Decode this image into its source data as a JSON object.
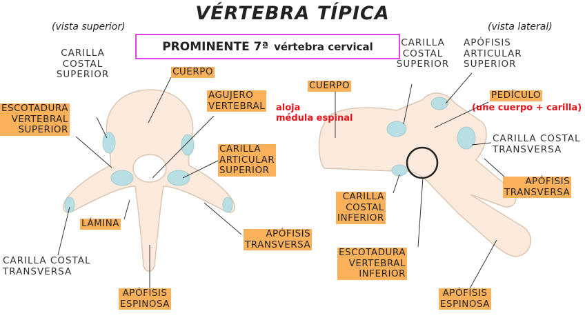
{
  "title": "VÉRTEBRA TÍPICA",
  "views": {
    "superior": "(vista superior)",
    "lateral": "(vista lateral)"
  },
  "callout": {
    "main": "PROMINENTE 7ª",
    "rest": "vértebra cervical"
  },
  "colors": {
    "label_bg": "#fbb15a",
    "facet": "#b8dfe4",
    "bone_fill": "#fcebdc",
    "bone_stroke": "#d9c6b3",
    "callout_border": "#e040e8",
    "note_red": "#e8131a"
  },
  "superior_view": {
    "carilla_costal_superior": "CARILLA\nCOSTAL\nSUPERIOR",
    "cuerpo": "CUERPO",
    "escotadura_vertebral_superior": "ESCOTADURA\nVERTEBRAL\nSUPERIOR",
    "agujero_vertebral": "AGUJERO\nVERTEBRAL",
    "agujero_note": "aloja\nmédula espinal",
    "carilla_articular_superior": "CARILLA\nARTICULAR\nSUPERIOR",
    "lamina": "LÁMINA",
    "apofisis_transversa": "APÓFISIS\nTRANSVERSA",
    "carilla_costal_transversa": "CARILLA COSTAL\nTRANSVERSA",
    "apofisis_espinosa": "APÓFISIS\nESPINOSA"
  },
  "lateral_view": {
    "carilla_costal_superior": "CARILLA\nCOSTAL\nSUPERIOR",
    "apofisis_articular_superior": "APÓFISIS\nARTICULAR\nSUPERIOR",
    "cuerpo": "CUERPO",
    "pediculo": "PEDÍCULO",
    "pediculo_note": "(une cuerpo + carilla)",
    "carilla_costal_transversa": "CARILLA COSTAL\nTRANSVERSA",
    "apofisis_transversa": "APÓFISIS\nTRANSVERSA",
    "carilla_costal_inferior": "CARILLA\nCOSTAL\nINFERIOR",
    "escotadura_vertebral_inferior": "ESCOTADURA\nVERTEBRAL\nINFERIOR",
    "apofisis_espinosa": "APÓFISIS\nESPINOSA"
  }
}
